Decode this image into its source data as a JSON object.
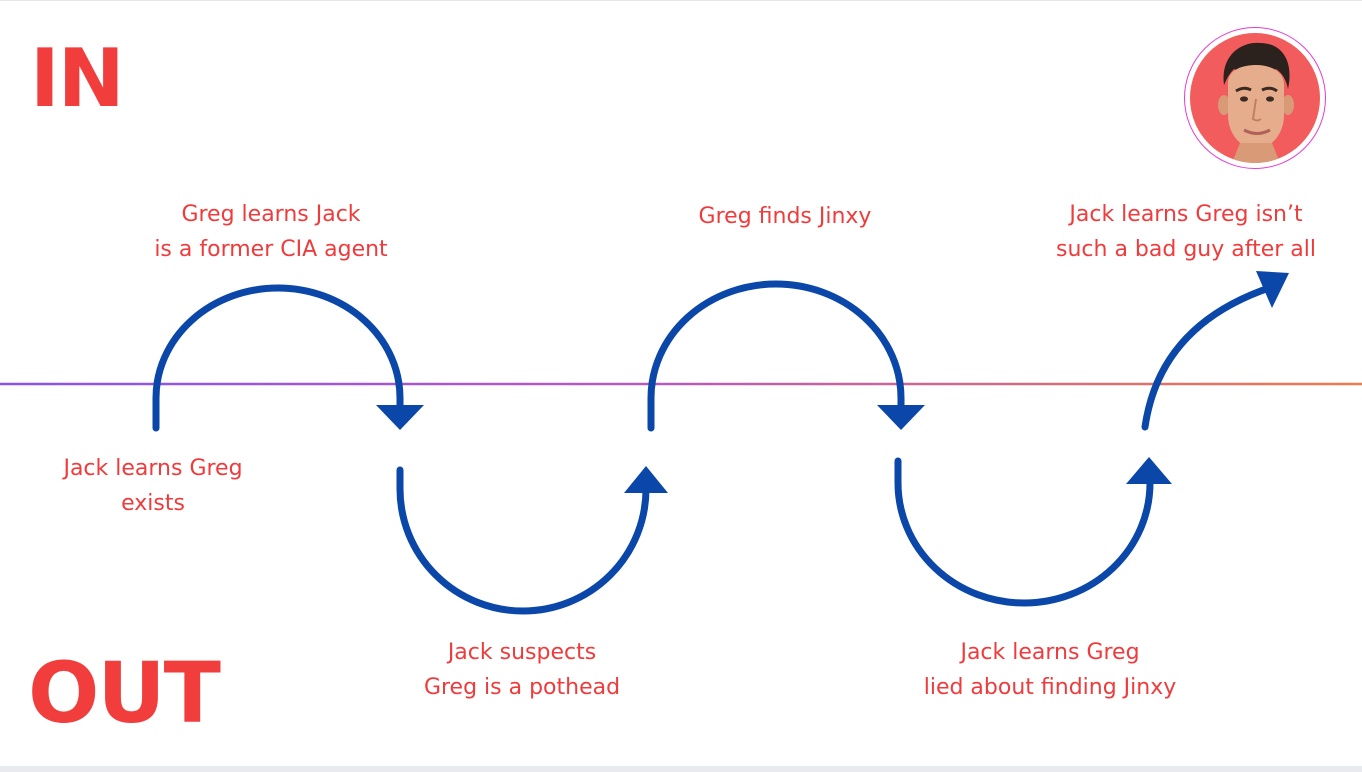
{
  "labels": {
    "in": "IN",
    "out": "OUT"
  },
  "events": [
    {
      "lines": [
        "Greg learns Jack",
        "is a former CIA agent"
      ]
    },
    {
      "lines": [
        "Greg finds Jinxy"
      ]
    },
    {
      "lines": [
        "Jack learns Greg isn’t",
        "such a bad guy after all"
      ]
    },
    {
      "lines": [
        "Jack learns Greg",
        "exists"
      ]
    },
    {
      "lines": [
        "Jack suspects",
        "Greg is a pothead"
      ]
    },
    {
      "lines": [
        "Jack learns Greg",
        "lied about finding Jinxy"
      ]
    }
  ],
  "colors": {
    "accent_red": "#ef3b3b",
    "arrow_blue": "#0a47a9",
    "line_start": "#8a52f0",
    "line_end": "#f07a4a"
  },
  "icons": {
    "avatar": "portrait-photo"
  }
}
